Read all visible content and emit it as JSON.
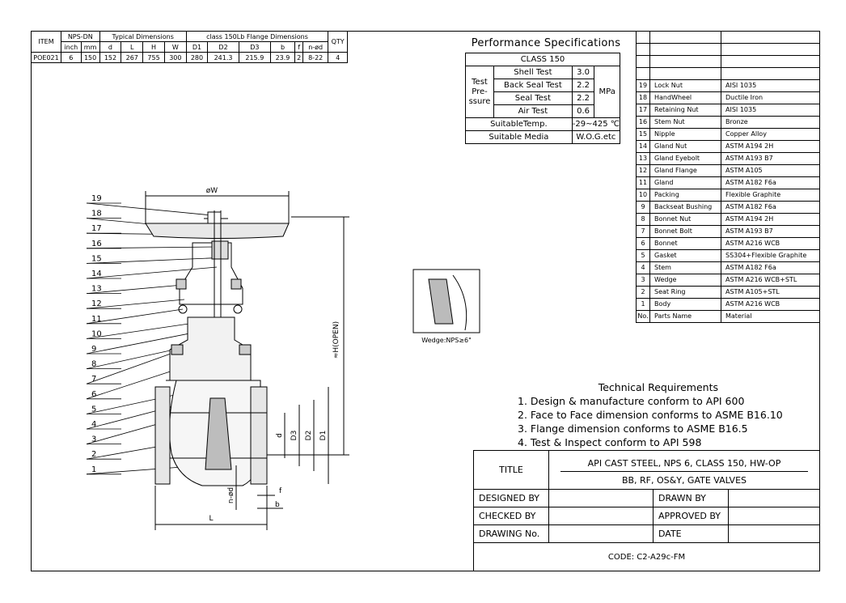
{
  "dimension_table": {
    "header_item": "ITEM",
    "header_nps_dn": "NPS-DN",
    "header_typical": "Typical Dimensions",
    "header_flange": "class 150Lb Flange Dimensions",
    "header_qty": "QTY",
    "sub_headers": [
      "inch",
      "mm",
      "d",
      "L",
      "H",
      "W",
      "D1",
      "D2",
      "D3",
      "b",
      "f",
      "n-ød"
    ],
    "row": [
      "POE021",
      "6",
      "150",
      "152",
      "267",
      "755",
      "300",
      "280",
      "241.3",
      "215.9",
      "23.9",
      "2",
      "8-22",
      "4"
    ]
  },
  "performance": {
    "title": "Performance Specifications",
    "class": "CLASS 150",
    "test_pressure_label": "Test Pre- ssure",
    "tests": [
      {
        "name": "Shell Test",
        "value": "3.0"
      },
      {
        "name": "Back Seal Test",
        "value": "2.2"
      },
      {
        "name": "Seal Test",
        "value": "2.2"
      },
      {
        "name": "Air Test",
        "value": "0.6"
      }
    ],
    "unit": "MPa",
    "temp_label": "SuitableTemp.",
    "temp_value": "-29~425 ℃",
    "media_label": "Suitable Media",
    "media_value": "W.O.G.etc"
  },
  "parts": [
    {
      "no": "19",
      "name": "Lock Nut",
      "material": "AISI 1035"
    },
    {
      "no": "18",
      "name": "HandWheel",
      "material": "Ductile Iron"
    },
    {
      "no": "17",
      "name": "Retaining Nut",
      "material": "AISI 1035"
    },
    {
      "no": "16",
      "name": "Stem Nut",
      "material": "Bronze"
    },
    {
      "no": "15",
      "name": "Nipple",
      "material": "Copper Alloy"
    },
    {
      "no": "14",
      "name": "Gland Nut",
      "material": "ASTM A194 2H"
    },
    {
      "no": "13",
      "name": "Gland Eyebolt",
      "material": "ASTM A193 B7"
    },
    {
      "no": "12",
      "name": "Gland Flange",
      "material": "ASTM A105"
    },
    {
      "no": "11",
      "name": "Gland",
      "material": "ASTM A182 F6a"
    },
    {
      "no": "10",
      "name": "Packing",
      "material": "Flexible Graphite"
    },
    {
      "no": "9",
      "name": "Backseat Bushing",
      "material": "ASTM A182 F6a"
    },
    {
      "no": "8",
      "name": "Bonnet Nut",
      "material": "ASTM A194 2H"
    },
    {
      "no": "7",
      "name": "Bonnet Bolt",
      "material": "ASTM A193 B7"
    },
    {
      "no": "6",
      "name": "Bonnet",
      "material": "ASTM A216 WCB"
    },
    {
      "no": "5",
      "name": "Gasket",
      "material": "SS304+Flexible Graphite"
    },
    {
      "no": "4",
      "name": "Stem",
      "material": "ASTM A182 F6a"
    },
    {
      "no": "3",
      "name": "Wedge",
      "material": "ASTM A216 WCB+STL"
    },
    {
      "no": "2",
      "name": "Seat Ring",
      "material": "ASTM A105+STL"
    },
    {
      "no": "1",
      "name": "Body",
      "material": "ASTM A216 WCB"
    }
  ],
  "parts_header": {
    "no": "No.",
    "name": "Parts Name",
    "material": "Material"
  },
  "technical": {
    "title": "Technical Requirements",
    "items": [
      "1. Design & manufacture conform to API 600",
      "2. Face to Face dimension conforms to ASME B16.10",
      "3. Flange dimension conforms to ASME B16.5",
      "4. Test & Inspect conform to API 598"
    ]
  },
  "title_block": {
    "title_label": "TITLE",
    "title_line1": "API CAST STEEL, NPS 6, CLASS 150, HW-OP",
    "title_line2": "BB, RF, OS&Y, GATE VALVES",
    "designed_by": "DESIGNED BY",
    "drawn_by": "DRAWN BY",
    "checked_by": "CHECKED BY",
    "approved_by": "APPROVED BY",
    "drawing_no": "DRAWING No.",
    "date": "DATE",
    "code": "CODE: C2-A29c-FM"
  },
  "drawing": {
    "callouts": [
      "19",
      "18",
      "17",
      "16",
      "15",
      "14",
      "13",
      "12",
      "11",
      "10",
      "9",
      "8",
      "7",
      "6",
      "5",
      "4",
      "3",
      "2",
      "1"
    ],
    "dim_w": "øW",
    "dim_h": "≈H(OPEN)",
    "dim_l": "L",
    "dim_d": "d",
    "dim_d1": "D1",
    "dim_d2": "D2",
    "dim_d3": "D3",
    "dim_f": "f",
    "dim_b": "b",
    "dim_nod": "n-ød",
    "wedge_caption": "Wedge:NPS≥6\""
  }
}
